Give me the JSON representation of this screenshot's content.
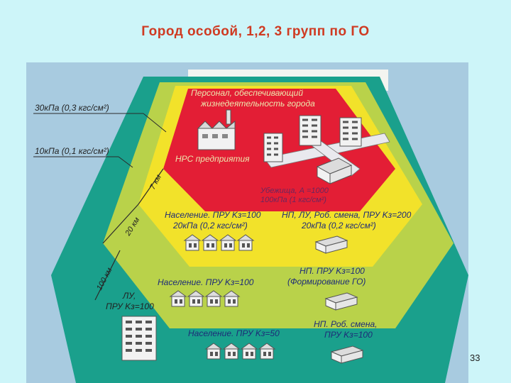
{
  "slide": {
    "title": "Город особой, 1,2, 3 групп по ГО",
    "page_number": "33"
  },
  "colors": {
    "outer_zone": "#1aa08c",
    "zone_3": "#b9d24a",
    "zone_2": "#f2e22a",
    "zone_1": "#e31e35",
    "background": "#cdf5f9",
    "title": "#cf3a22"
  },
  "pressure_labels": {
    "p30": "30кПа (0,3 кгс/см²)",
    "p10": "10кПа (0,1 кгс/см²)"
  },
  "distances": {
    "d7": "7 км",
    "d20": "20 км",
    "d100": "100 км"
  },
  "zone_red": {
    "personnel_line1": "Персонал, обеспечивающий",
    "personnel_line2": "жизнедеятельность города",
    "nrs": "НРС предприятия"
  },
  "zone_yellow": {
    "shelter_line1": "Убежища, А =1000",
    "shelter_line2": "100кПа (1 кгс/см²)",
    "population_line1": "Население. ПРУ Kз=100",
    "population_line2": "20кПа (0,2 кгс/см²)",
    "np_line1": "НП, ЛУ, Роб. смена, ПРУ Kз=200",
    "np_line2": "20кПа (0,2 кгс/см²)"
  },
  "zone_green": {
    "population": "Население. ПРУ Kз=100",
    "np_line1": "НП. ПРУ Kз=100",
    "np_line2": "(Формирование ГО)"
  },
  "zone_outer": {
    "lu_line1": "ЛУ,",
    "lu_line2": "ПРУ Kз=100",
    "population": "Население. ПРУ Kз=50",
    "np_line1": "НП. Роб. смена,",
    "np_line2": "ПРУ Kз=100"
  },
  "icons": {
    "factory": "factory-icon",
    "apartment": "apartment-building-icon",
    "house": "house-icon",
    "barrack": "barrack-icon",
    "tower": "tower-building-icon"
  }
}
